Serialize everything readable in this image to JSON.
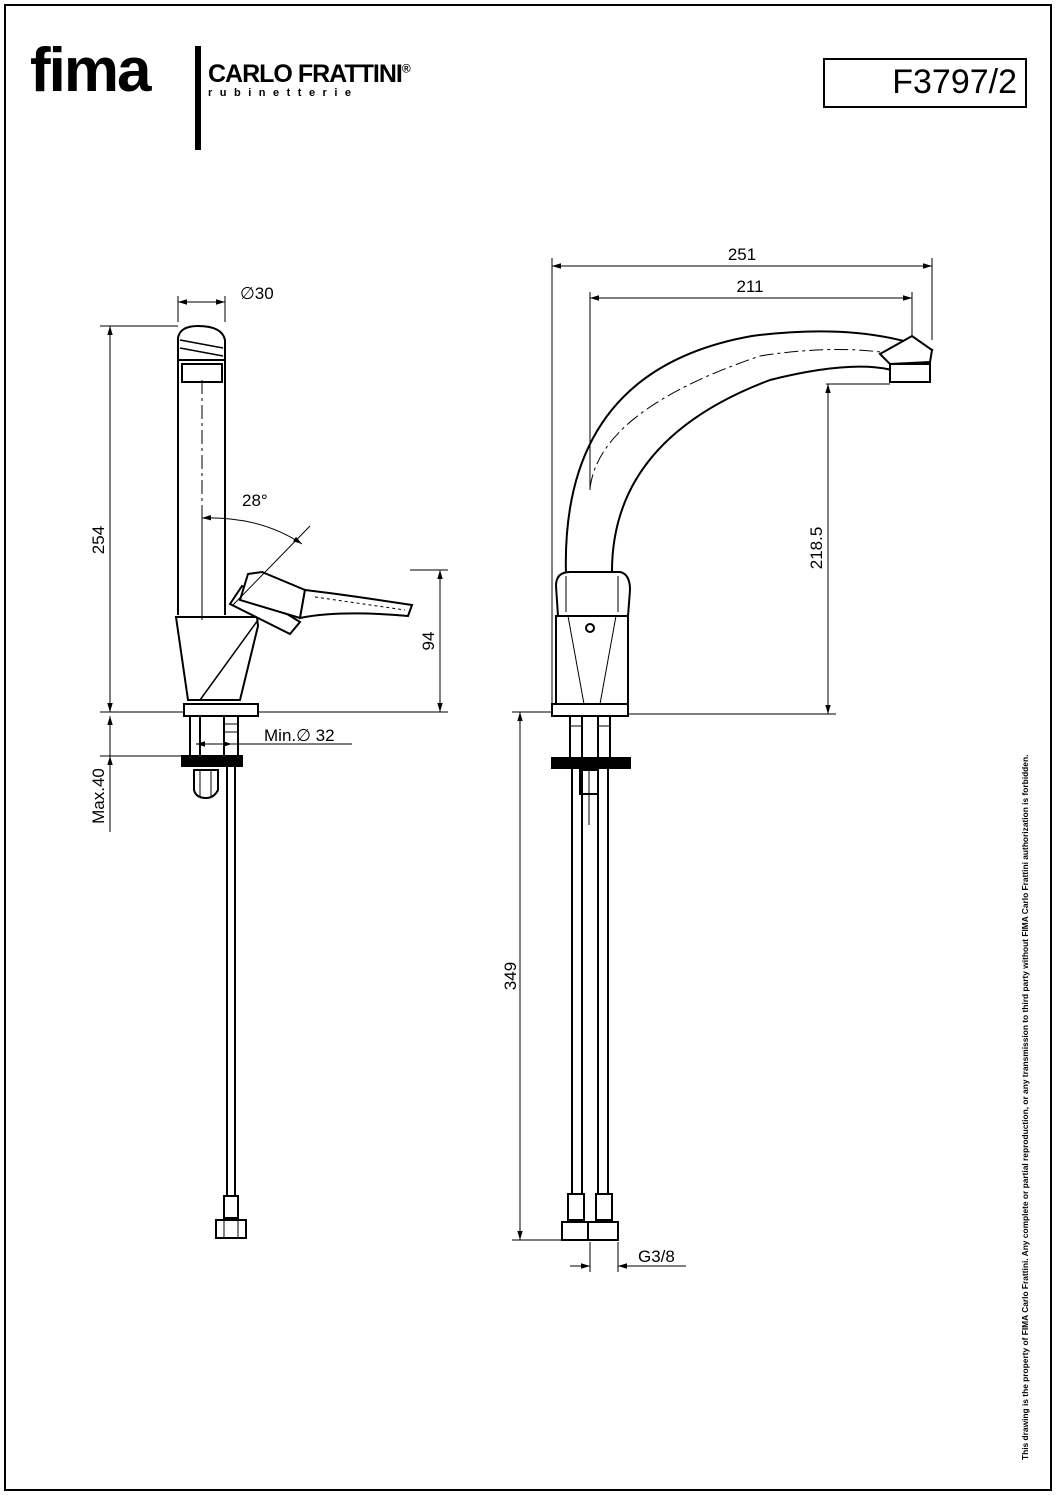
{
  "brand": {
    "fima": "fima",
    "carlo_frattini": "CARLO FRATTINI",
    "registered_mark": "®",
    "subtitle": "rubinetterie"
  },
  "product_code": "F3797/2",
  "dimensions": {
    "spout_diameter": "∅30",
    "total_height": "254",
    "lever_angle": "28°",
    "lever_height": "94",
    "hole_diameter": "Min.∅ 32",
    "max_deck_thickness": "Max.40",
    "total_width": "251",
    "spout_reach": "211",
    "spout_outlet_height": "218.5",
    "hose_length": "349",
    "connection_thread": "G3/8"
  },
  "disclaimer": "This drawing is the property of FIMA Carlo Frattini. Any complete or partial reproduction, or any transmission to third party without FIMA Carlo Frattini authorization is forbidden."
}
